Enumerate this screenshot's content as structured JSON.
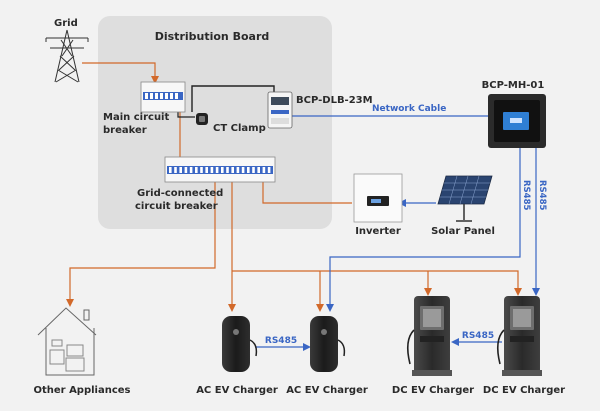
{
  "labels": {
    "grid": "Grid",
    "distribution_board": "Distribution Board",
    "main_breaker_line1": "Main circuit",
    "main_breaker_line2": "breaker",
    "ct_clamp": "CT Clamp",
    "meter": "BCP-DLB-23M",
    "network_cable": "Network Cable",
    "controller": "BCP-MH-01",
    "grid_breaker_line1": "Grid-connected",
    "grid_breaker_line2": "circuit breaker",
    "inverter": "Inverter",
    "solar_panel": "Solar Panel",
    "rs485_a": "RS485",
    "rs485_b": "RS485",
    "rs485_ac": "RS485",
    "rs485_dc": "RS485",
    "other_appliances": "Other Appliances",
    "ac_charger_1": "AC EV Charger",
    "ac_charger_2": "AC EV Charger",
    "dc_charger_1": "DC EV Charger",
    "dc_charger_2": "DC EV Charger"
  },
  "colors": {
    "power_line": "#d2692a",
    "data_line": "#3a66c4",
    "board_fill": "#dedede"
  }
}
